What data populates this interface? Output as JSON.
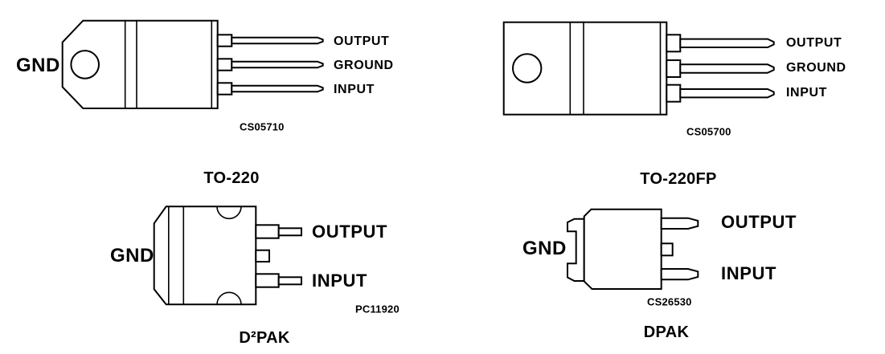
{
  "figure": {
    "background_color": "#ffffff",
    "line_color": "#000000",
    "text_color": "#000000",
    "description": "Package pinout diagrams"
  },
  "diagrams": [
    {
      "id": "to220",
      "title": "TO-220",
      "code": "CS05710",
      "tab_label": "GND",
      "pins": [
        {
          "label": "OUTPUT"
        },
        {
          "label": "GROUND"
        },
        {
          "label": "INPUT"
        }
      ]
    },
    {
      "id": "to220fp",
      "title": "TO-220FP",
      "code": "CS05700",
      "pins": [
        {
          "label": "OUTPUT"
        },
        {
          "label": "GROUND"
        },
        {
          "label": "INPUT"
        }
      ]
    },
    {
      "id": "d2pak",
      "title": "D²PAK",
      "code": "PC11920",
      "tab_label": "GND",
      "pins": [
        {
          "label": "OUTPUT"
        },
        {
          "label": "INPUT"
        }
      ]
    },
    {
      "id": "dpak",
      "title": "DPAK",
      "code": "CS26530",
      "tab_label": "GND",
      "pins": [
        {
          "label": "OUTPUT"
        },
        {
          "label": "INPUT"
        }
      ]
    }
  ]
}
